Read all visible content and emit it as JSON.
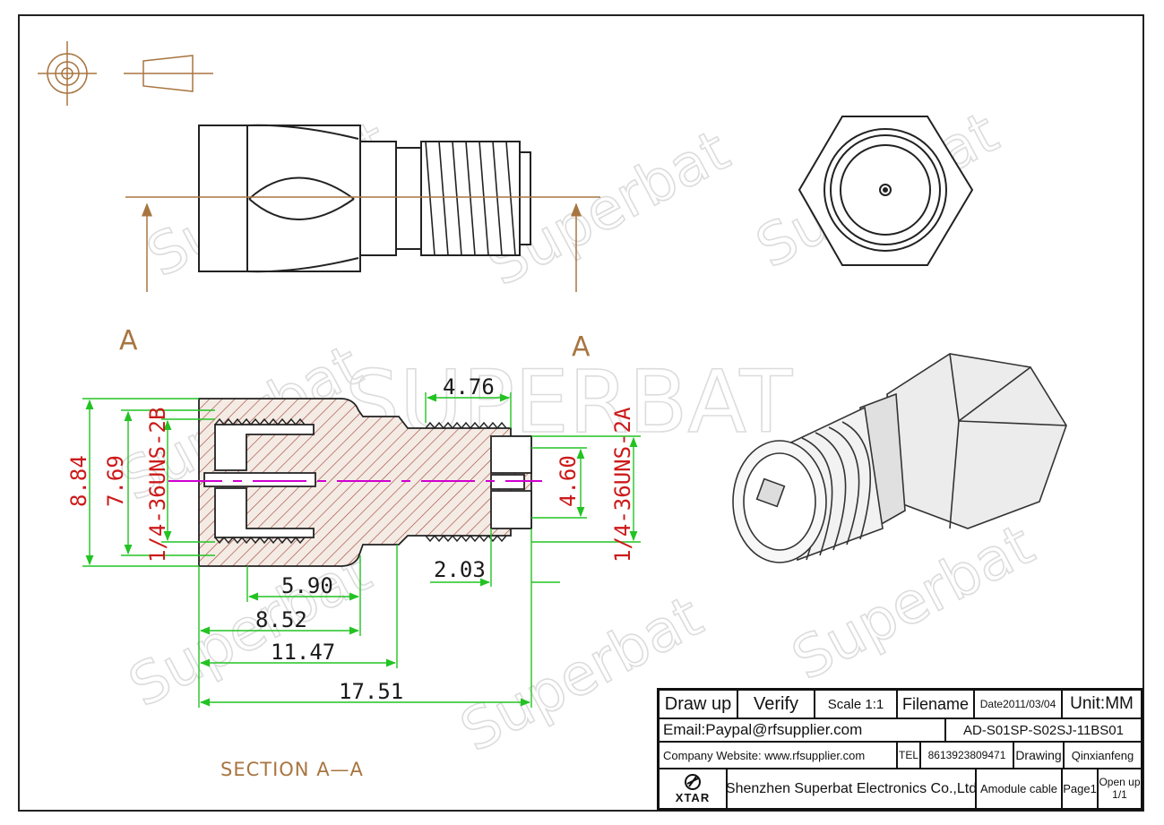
{
  "watermark": {
    "brand": "Superbat",
    "big": "SUPERBAT"
  },
  "views": {
    "section_label": "A",
    "section_title": "SECTION  A—A"
  },
  "dimensions": {
    "d476": "4.76",
    "d884": "8.84",
    "d769": "7.69",
    "d460": "4.60",
    "d590": "5.90",
    "d852": "8.52",
    "d1147": "11.47",
    "d1751": "17.51",
    "d203": "2.03",
    "thread_left": "1/4-36UNS-2B",
    "thread_right": "1/4-36UNS-2A"
  },
  "title_block": {
    "draw_up": "Draw up",
    "verify": "Verify",
    "scale": "Scale 1:1",
    "filename": "Filename",
    "date": "Date2011/03/04",
    "unit": "Unit:MM",
    "email": "Email:Paypal@rfsupplier.com",
    "part_no": "AD-S01SP-S02SJ-11BS01",
    "website": "Company Website:  www.rfsupplier.com",
    "tel_label": "TEL",
    "tel": "8613923809471",
    "drawing_label": "Drawing",
    "drawer": "Qinxianfeng",
    "logo_text": "XTAR",
    "company": "Shenzhen Superbat Electronics Co.,Ltd",
    "product": "Amodule cable",
    "page": "Page1",
    "open_up": "Open up",
    "open_up_pages": "1/1"
  },
  "colors": {
    "line": "#222222",
    "dimension": "#22c322",
    "centerline": "#d000d0",
    "hatch": "#a44a3a",
    "body": "#f4ebe5",
    "annotation": "#a87540",
    "red_text": "#cc1a1a"
  }
}
